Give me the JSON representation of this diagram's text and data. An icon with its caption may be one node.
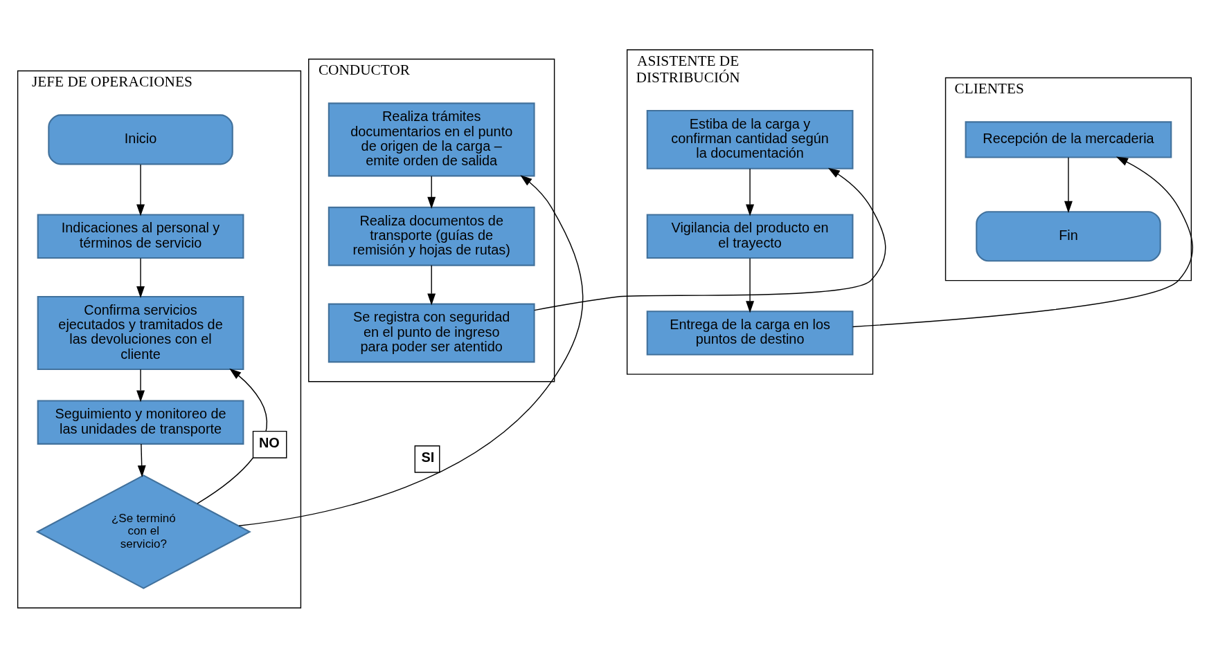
{
  "diagram": {
    "nodes": [
      {
        "text": [
          "JEFE DE OPERACIONES"
        ]
      },
      {
        "text": [
          "Inicio"
        ],
        "in": 0
      },
      {
        "text": [
          "Indicaciones al personal y términos de servicio"
        ],
        "in": 0
      },
      {
        "text": [
          "Confirma servicios ejecutados y tramitados de las devoluciones con el cliente"
        ],
        "in": 0
      },
      {
        "text": [
          "Seguimiento y monitoreo de las unidades de transporte"
        ],
        "in": 0
      },
      {
        "text": [
          "¿Se terminó con el servicio?"
        ],
        "in": 0
      },
      {
        "text": [
          "CONDUCTOR"
        ]
      },
      {
        "text": [
          "Realiza trámites documentarios en el punto de origen de la carga – emite orden de salida"
        ],
        "in": 6
      },
      {
        "text": [
          "Realiza documentos de transporte (guías de remisión y hojas de rutas)"
        ],
        "in": 6
      },
      {
        "text": [
          "Se registra con seguridad en el punto de ingreso para poder ser atentido"
        ],
        "in": 6
      },
      {
        "text": [
          "ASISTENTE DE DISTRIBUCIÓN"
        ]
      },
      {
        "text": [
          "Estiba de la carga y confirman cantidad según la documentación"
        ],
        "in": 10
      },
      {
        "text": [
          "Vigilancia del producto en el trayecto"
        ],
        "in": 10
      },
      {
        "text": [
          "Entrega de la carga en los puntos de destino"
        ],
        "in": 10
      },
      {
        "text": [
          "CLIENTES"
        ]
      },
      {
        "text": [
          "Recepción de la mercaderia"
        ],
        "in": 14
      },
      {
        "text": [
          "Fin"
        ],
        "in": 14
      }
    ],
    "edges": [
      {
        "from": 1,
        "to": 2,
        "arrow": "to"
      },
      {
        "from": 2,
        "to": 3,
        "arrow": "to"
      },
      {
        "from": 3,
        "to": 4,
        "arrow": "to"
      },
      {
        "from": 4,
        "to": 5,
        "arrow": "to"
      },
      {
        "from": 5,
        "to": 3,
        "arrow": "to",
        "label": "NO"
      },
      {
        "from": 5,
        "to": 7,
        "arrow": "to",
        "label": "SI"
      },
      {
        "from": 7,
        "to": 8,
        "arrow": "to"
      },
      {
        "from": 8,
        "to": 9,
        "arrow": "to"
      },
      {
        "from": 9,
        "to": 11,
        "arrow": "to"
      },
      {
        "from": 11,
        "to": 12,
        "arrow": "to"
      },
      {
        "from": 12,
        "to": 13,
        "arrow": "to"
      },
      {
        "from": 13,
        "to": 15,
        "arrow": "to"
      },
      {
        "from": 15,
        "to": 16,
        "arrow": "to"
      }
    ]
  }
}
